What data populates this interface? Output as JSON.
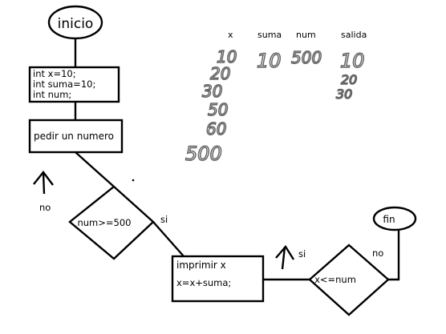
{
  "nodes": {
    "inicio": "inicio",
    "decl": [
      "int x=10;",
      "int suma=10;",
      "int num;"
    ],
    "pedir": "pedir un numero",
    "cond1": "num>=500",
    "proc": [
      "imprimir x",
      "x=x+suma;"
    ],
    "cond2": "x<=num",
    "fin": "fin"
  },
  "edge_labels": {
    "no_left": "no",
    "si_cond1": "si",
    "si_loop": "si",
    "no_right": "no"
  },
  "trace_table": {
    "headers": [
      "x",
      "suma",
      "num",
      "salida"
    ],
    "columns": {
      "x": [
        "10",
        "20",
        "30",
        "50",
        "60",
        "500"
      ],
      "suma": [
        "10"
      ],
      "num": [
        "500"
      ],
      "salida": [
        "10",
        "20",
        "30"
      ]
    }
  }
}
